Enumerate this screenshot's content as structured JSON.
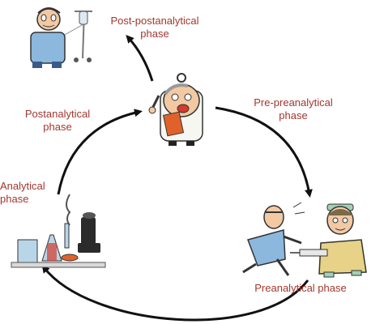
{
  "colors": {
    "label_text": "#a3372f",
    "arrow": "#111111",
    "skin": "#f3c9a3",
    "blue_gown": "#8db8de",
    "red": "#d63a2c",
    "white_coat": "#f7f7f2",
    "clipboard": "#e0622a",
    "lab_glass": "#b9d6e8",
    "microscope": "#2b2b2b",
    "nurse_dress": "#e7d287",
    "mint": "#9fd2b6"
  },
  "icons": [
    "patient-with-iv-pole",
    "doctor-with-clipboard",
    "running-patient",
    "nurse-with-syringe",
    "laboratory-equipment"
  ],
  "phases": {
    "post_post": {
      "line1": "Post-postanalytical",
      "line2": "phase"
    },
    "pre_pre": {
      "line1": "Pre-preanalytical",
      "line2": "phase"
    },
    "post": {
      "line1": "Postanalytical",
      "line2": "phase"
    },
    "analytical": {
      "line1": "Analytical",
      "line2": "phase"
    },
    "pre": {
      "line1": "Preanalytical phase"
    }
  }
}
